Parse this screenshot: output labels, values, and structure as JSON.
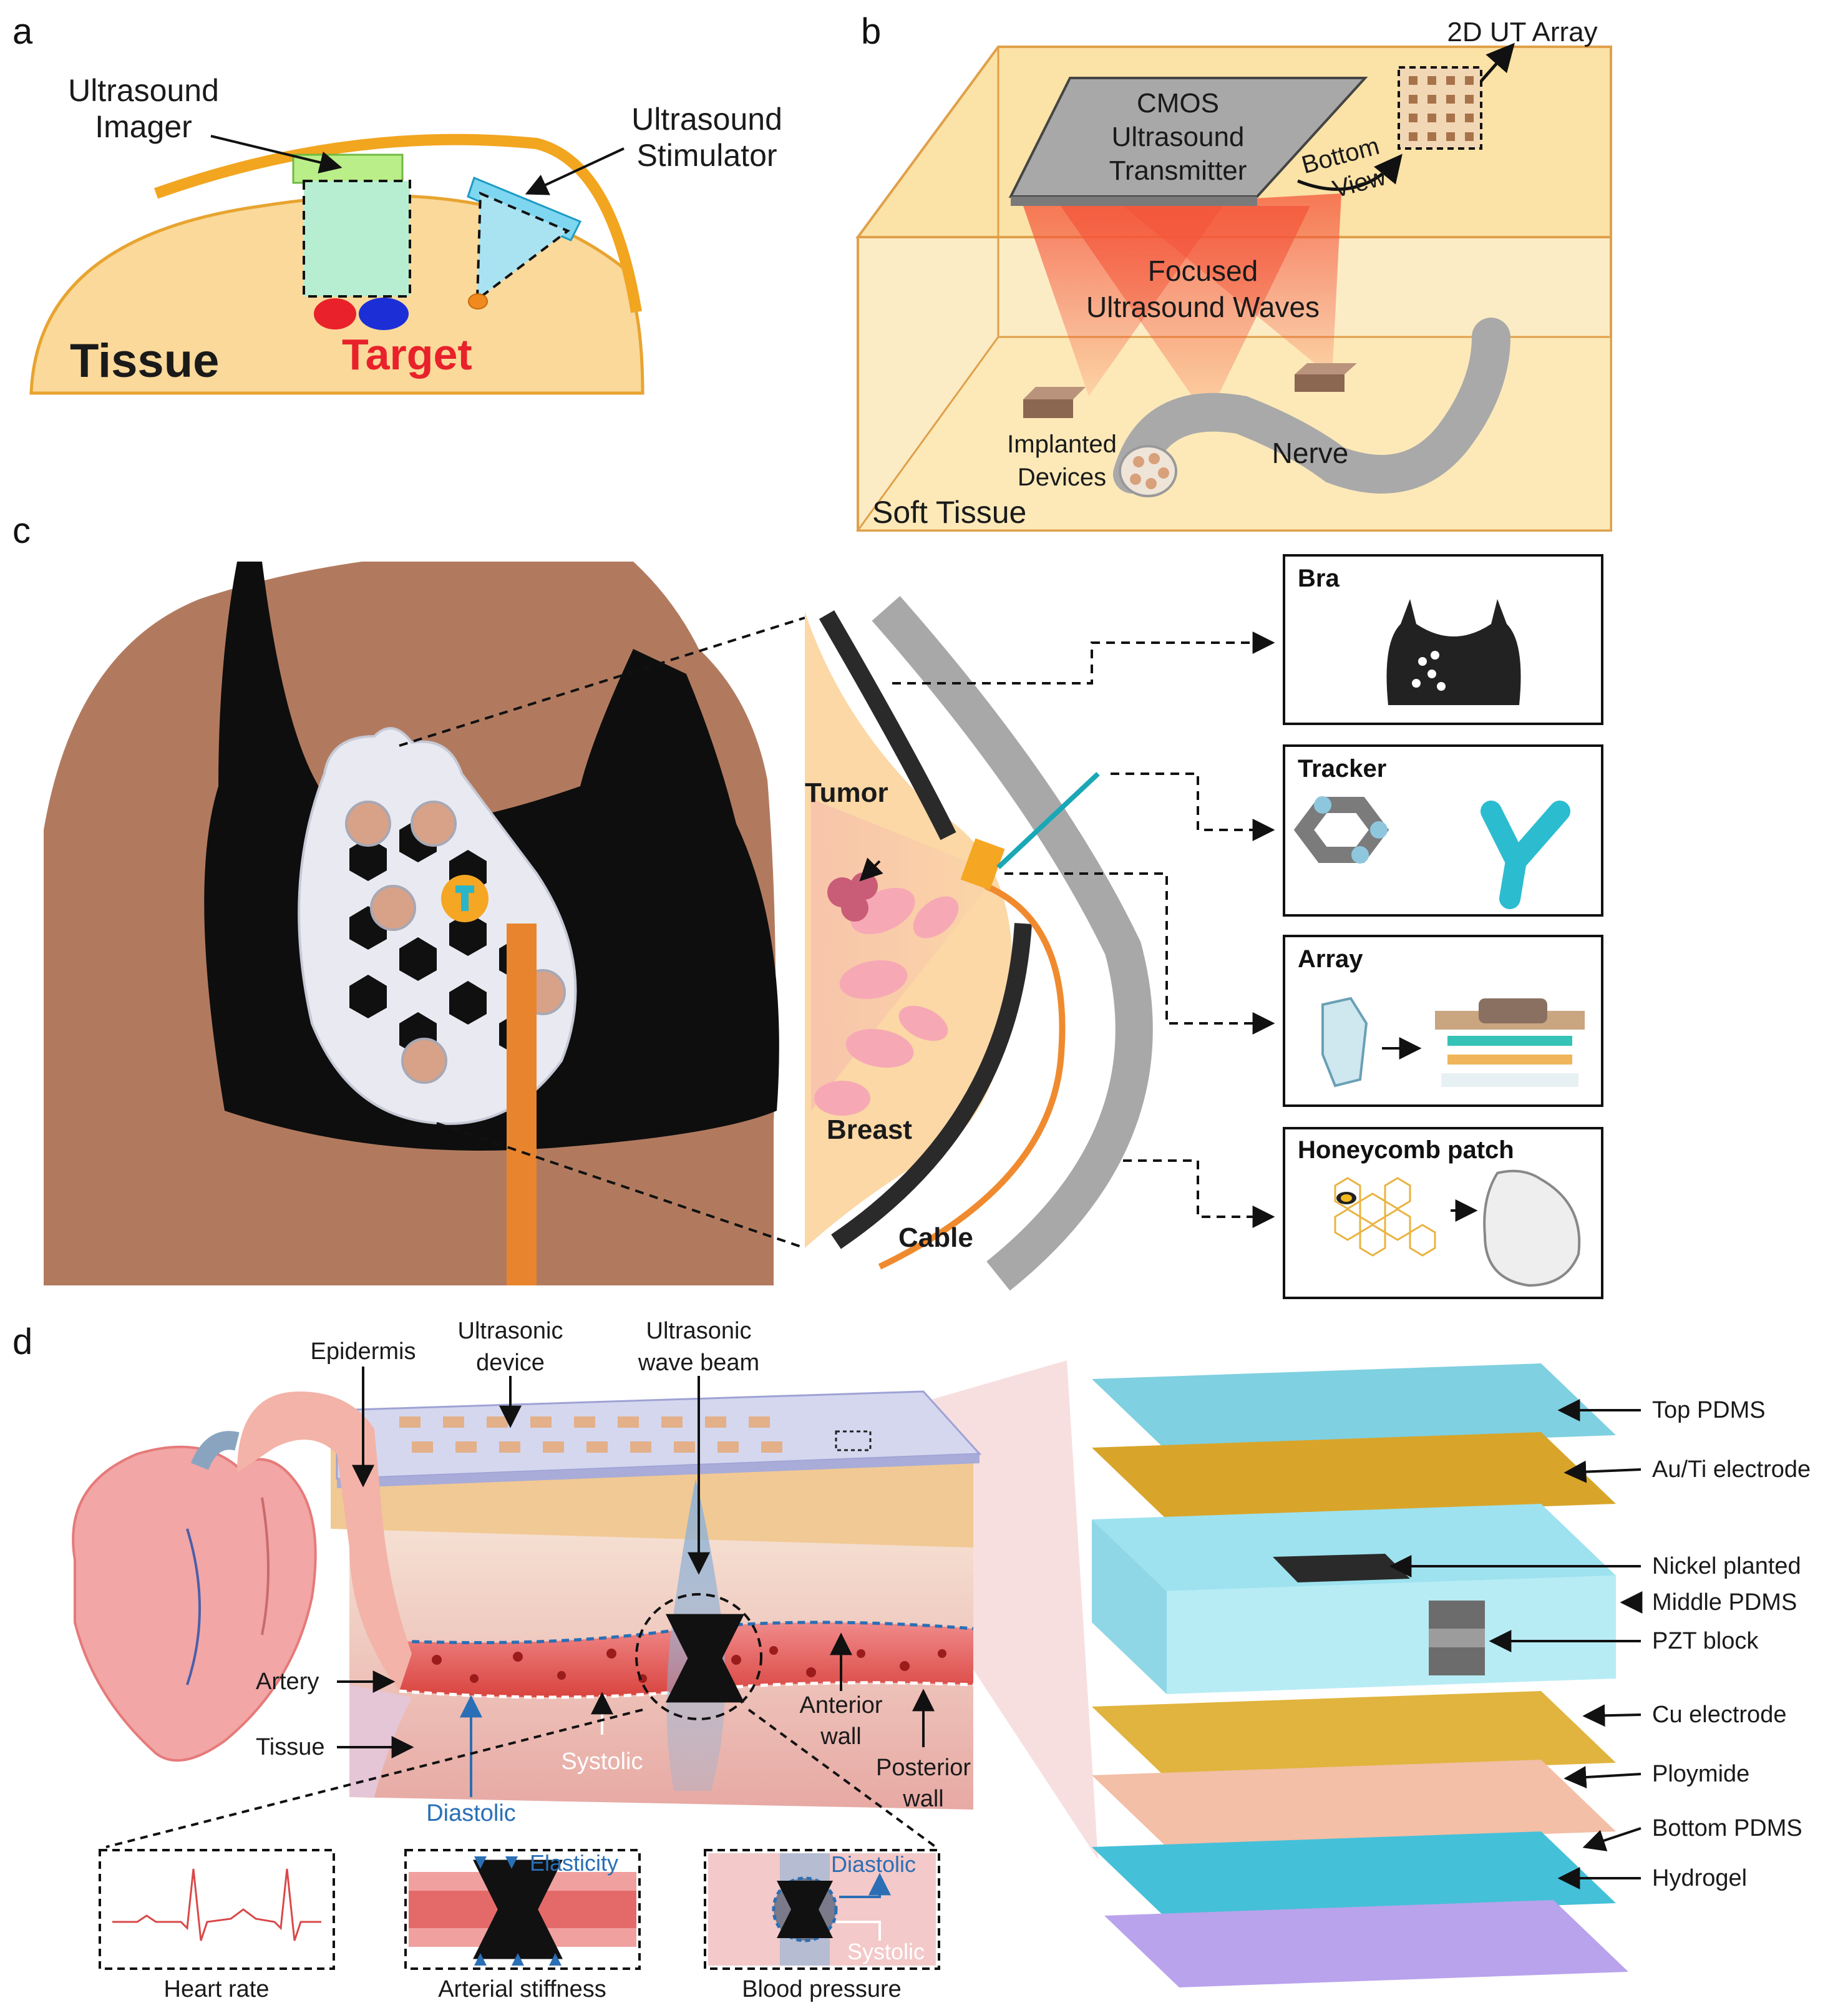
{
  "panels": {
    "a": {
      "letter": "a",
      "imager_line1": "Ultrasound",
      "imager_line2": "Imager",
      "stim_line1": "Ultrasound",
      "stim_line2": "Stimulator",
      "tissue": "Tissue",
      "target": "Target"
    },
    "b": {
      "letter": "b",
      "array": "2D UT Array",
      "cmos1": "CMOS",
      "cmos2": "Ultrasound",
      "cmos3": "Transmitter",
      "bottom1": "Bottom",
      "bottom2": "View",
      "focus1": "Focused",
      "focus2": "Ultrasound Waves",
      "impl1": "Implanted",
      "impl2": "Devices",
      "nerve": "Nerve",
      "soft": "Soft Tissue"
    },
    "c": {
      "letter": "c",
      "tumor": "Tumor",
      "breast": "Breast",
      "cable": "Cable",
      "boxes": [
        "Bra",
        "Tracker",
        "Array",
        "Honeycomb patch"
      ]
    },
    "d": {
      "letter": "d",
      "epidermis": "Epidermis",
      "device1": "Ultrasonic",
      "device2": "device",
      "beam1": "Ultrasonic",
      "beam2": "wave beam",
      "artery": "Artery",
      "tissue": "Tissue",
      "diastolic": "Diastolic",
      "systolic": "Systolic",
      "anterior1": "Anterior",
      "anterior2": "wall",
      "posterior1": "Posterior",
      "posterior2": "wall",
      "elasticity": "Elasticity",
      "inset_diastolic": "Diastolic",
      "inset_systolic": "Systolic",
      "captions": [
        "Heart rate",
        "Arterial stiffness",
        "Blood pressure"
      ],
      "layers": [
        "Top PDMS",
        "Au/Ti electrode",
        "Nickel planted",
        "Middle PDMS",
        "PZT block",
        "Cu electrode",
        "Ploymide",
        "Bottom PDMS",
        "Hydrogel"
      ]
    }
  },
  "colors": {
    "tissue": "#fad99a",
    "target_red": "#e8212a",
    "target_blue": "#1c2fd6",
    "orange": "#f5a623",
    "skin": "#b17a5f",
    "bra": "#0e0e0e",
    "teal": "#2bb5c9",
    "pdms": "#7fd0e0",
    "gold": "#d8a52a"
  }
}
